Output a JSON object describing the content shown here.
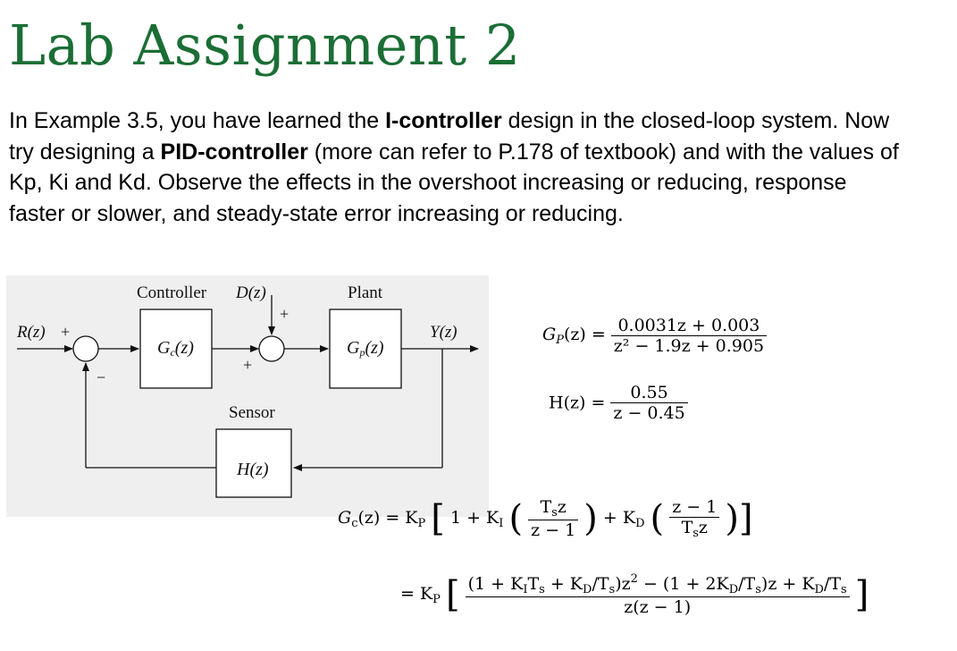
{
  "title": "Lab Assignment 2",
  "paragraph": {
    "p1": "In Example 3.5, you have learned the ",
    "b1": "I-controller",
    "p2": " design in the closed-loop system. Now try designing a ",
    "b2": "PID-controller",
    "p3": " (more can refer to P.178 of textbook) and with the values of Kp, Ki and Kd. Observe the effects in the overshoot increasing or reducing, response faster or slower, and steady-state error increasing or reducing."
  },
  "diagram": {
    "controller_label": "Controller",
    "plant_label": "Plant",
    "sensor_label": "Sensor",
    "disturbance": "D(z)",
    "input": "R(z)",
    "output": "Y(z)",
    "gc_block": "G",
    "gc_sub": "c",
    "gc_arg": "(z)",
    "gp_block": "G",
    "gp_sub": "p",
    "gp_arg": "(z)",
    "h_block": "H(z)",
    "sign_plus": "+",
    "sign_minus": "−"
  },
  "equations": {
    "gp_lhs": "G",
    "gp_sub": "P",
    "gp_arg": "(z) =",
    "gp_num": "0.0031z + 0.003",
    "gp_den": "z² − 1.9z + 0.905",
    "h_lhs": "H(z) =",
    "h_num": "0.55",
    "h_den": "z − 0.45",
    "gc_lhs": "G",
    "gc_sub": "c",
    "gc_arg": "(z) = K",
    "kp_sub": "P",
    "one_plus_k": "1 + K",
    "ki_sub": "I",
    "tsz_num": "T",
    "ts_sub": "s",
    "tsz_z": "z",
    "z_minus_1": "z − 1",
    "plus_k": "+ K",
    "kd_sub": "D",
    "line2_lhs": "= K",
    "line2_num": "(1 + K",
    "line2_num_a": "T",
    "line2_num_b": " + K",
    "line2_num_c": "/T",
    "line2_num_d": ")z",
    "line2_num_e": " − (1 + 2K",
    "line2_num_f": "/T",
    "line2_num_g": ")z + K",
    "line2_num_h": "/T",
    "line2_den": "z(z − 1)"
  }
}
